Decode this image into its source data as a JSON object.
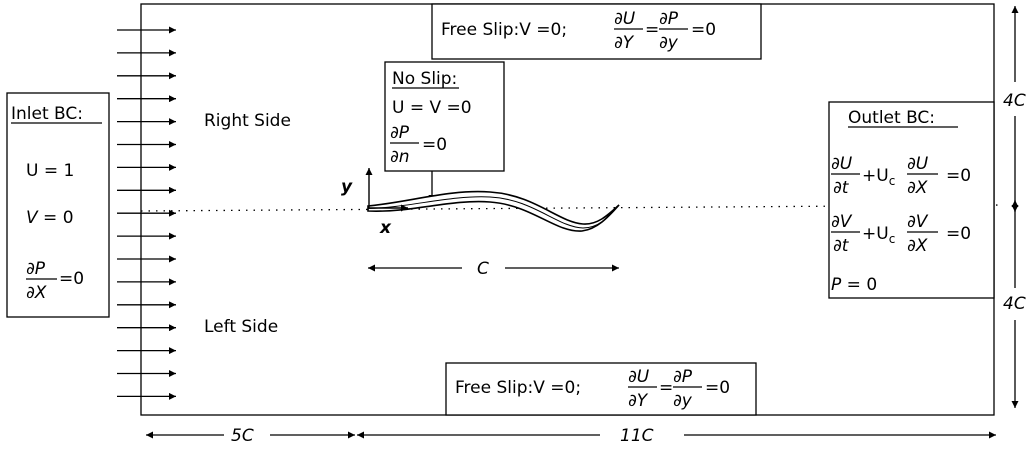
{
  "inlet": {
    "title": "Inlet BC:",
    "u": "U = 1",
    "v_name": "V",
    "v_rest": " = 0",
    "frac_num": "∂P",
    "frac_den": "∂X",
    "frac_rhs": "=0"
  },
  "top_wall": {
    "prefix": "Free Slip:V =0;",
    "f1_num": "∂U",
    "f1_den": "∂Y",
    "eq": "=",
    "f2_num": "∂P",
    "f2_den": "∂y",
    "rhs": "=0"
  },
  "bottom_wall": {
    "prefix": "Free Slip:V =0;",
    "f1_num": "∂U",
    "f1_den": "∂Y",
    "eq": "=",
    "f2_num": "∂P",
    "f2_den": "∂y",
    "rhs": "=0"
  },
  "no_slip": {
    "title": "No Slip:",
    "uv": "U = V =0",
    "frac_num": "∂P",
    "frac_den": "∂n",
    "rhs": "=0"
  },
  "outlet": {
    "title": "Outlet BC:",
    "eq1_num": "∂U",
    "eq1_den": "∂t",
    "eq1_mid": "+U",
    "eq1_sub": "c",
    "eq1_num2": "∂U",
    "eq1_den2": "∂X",
    "eq1_rhs": "=0",
    "eq2_num": "∂V",
    "eq2_den": "∂t",
    "eq2_mid": "+U",
    "eq2_sub": "c",
    "eq2_num2": "∂V",
    "eq2_den2": "∂X",
    "eq2_rhs": "=0",
    "p_name": "P",
    "p_rest": " = 0"
  },
  "labels": {
    "right_side": "Right Side",
    "left_side": "Left Side",
    "axis_y": "y",
    "axis_x": "x"
  },
  "dimensions": {
    "chord": "C",
    "upstream": "5C",
    "downstream": "11C",
    "half_height_top": "4C",
    "half_height_bottom": "4C"
  }
}
